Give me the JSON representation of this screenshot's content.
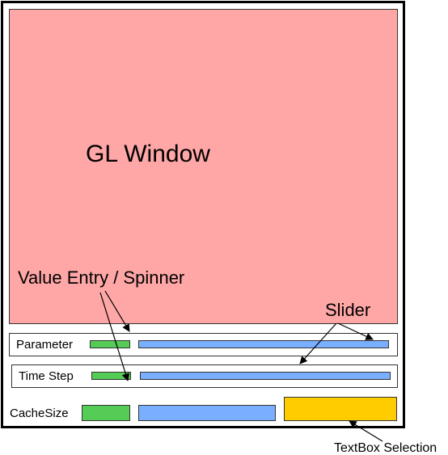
{
  "gl_window": {
    "title": "GL Window"
  },
  "rows": {
    "parameter": {
      "label": "Parameter"
    },
    "time_step": {
      "label": "Time Step"
    },
    "cache_size": {
      "label": "CacheSize"
    }
  },
  "annotations": {
    "value_entry": "Value Entry / Spinner",
    "slider": "Slider",
    "textbox": "TextBox Selection"
  },
  "colors": {
    "gl_window": "#ffa6a6",
    "value_entry": "#55cc55",
    "slider": "#7aaeff",
    "textbox": "#ffcc00"
  }
}
